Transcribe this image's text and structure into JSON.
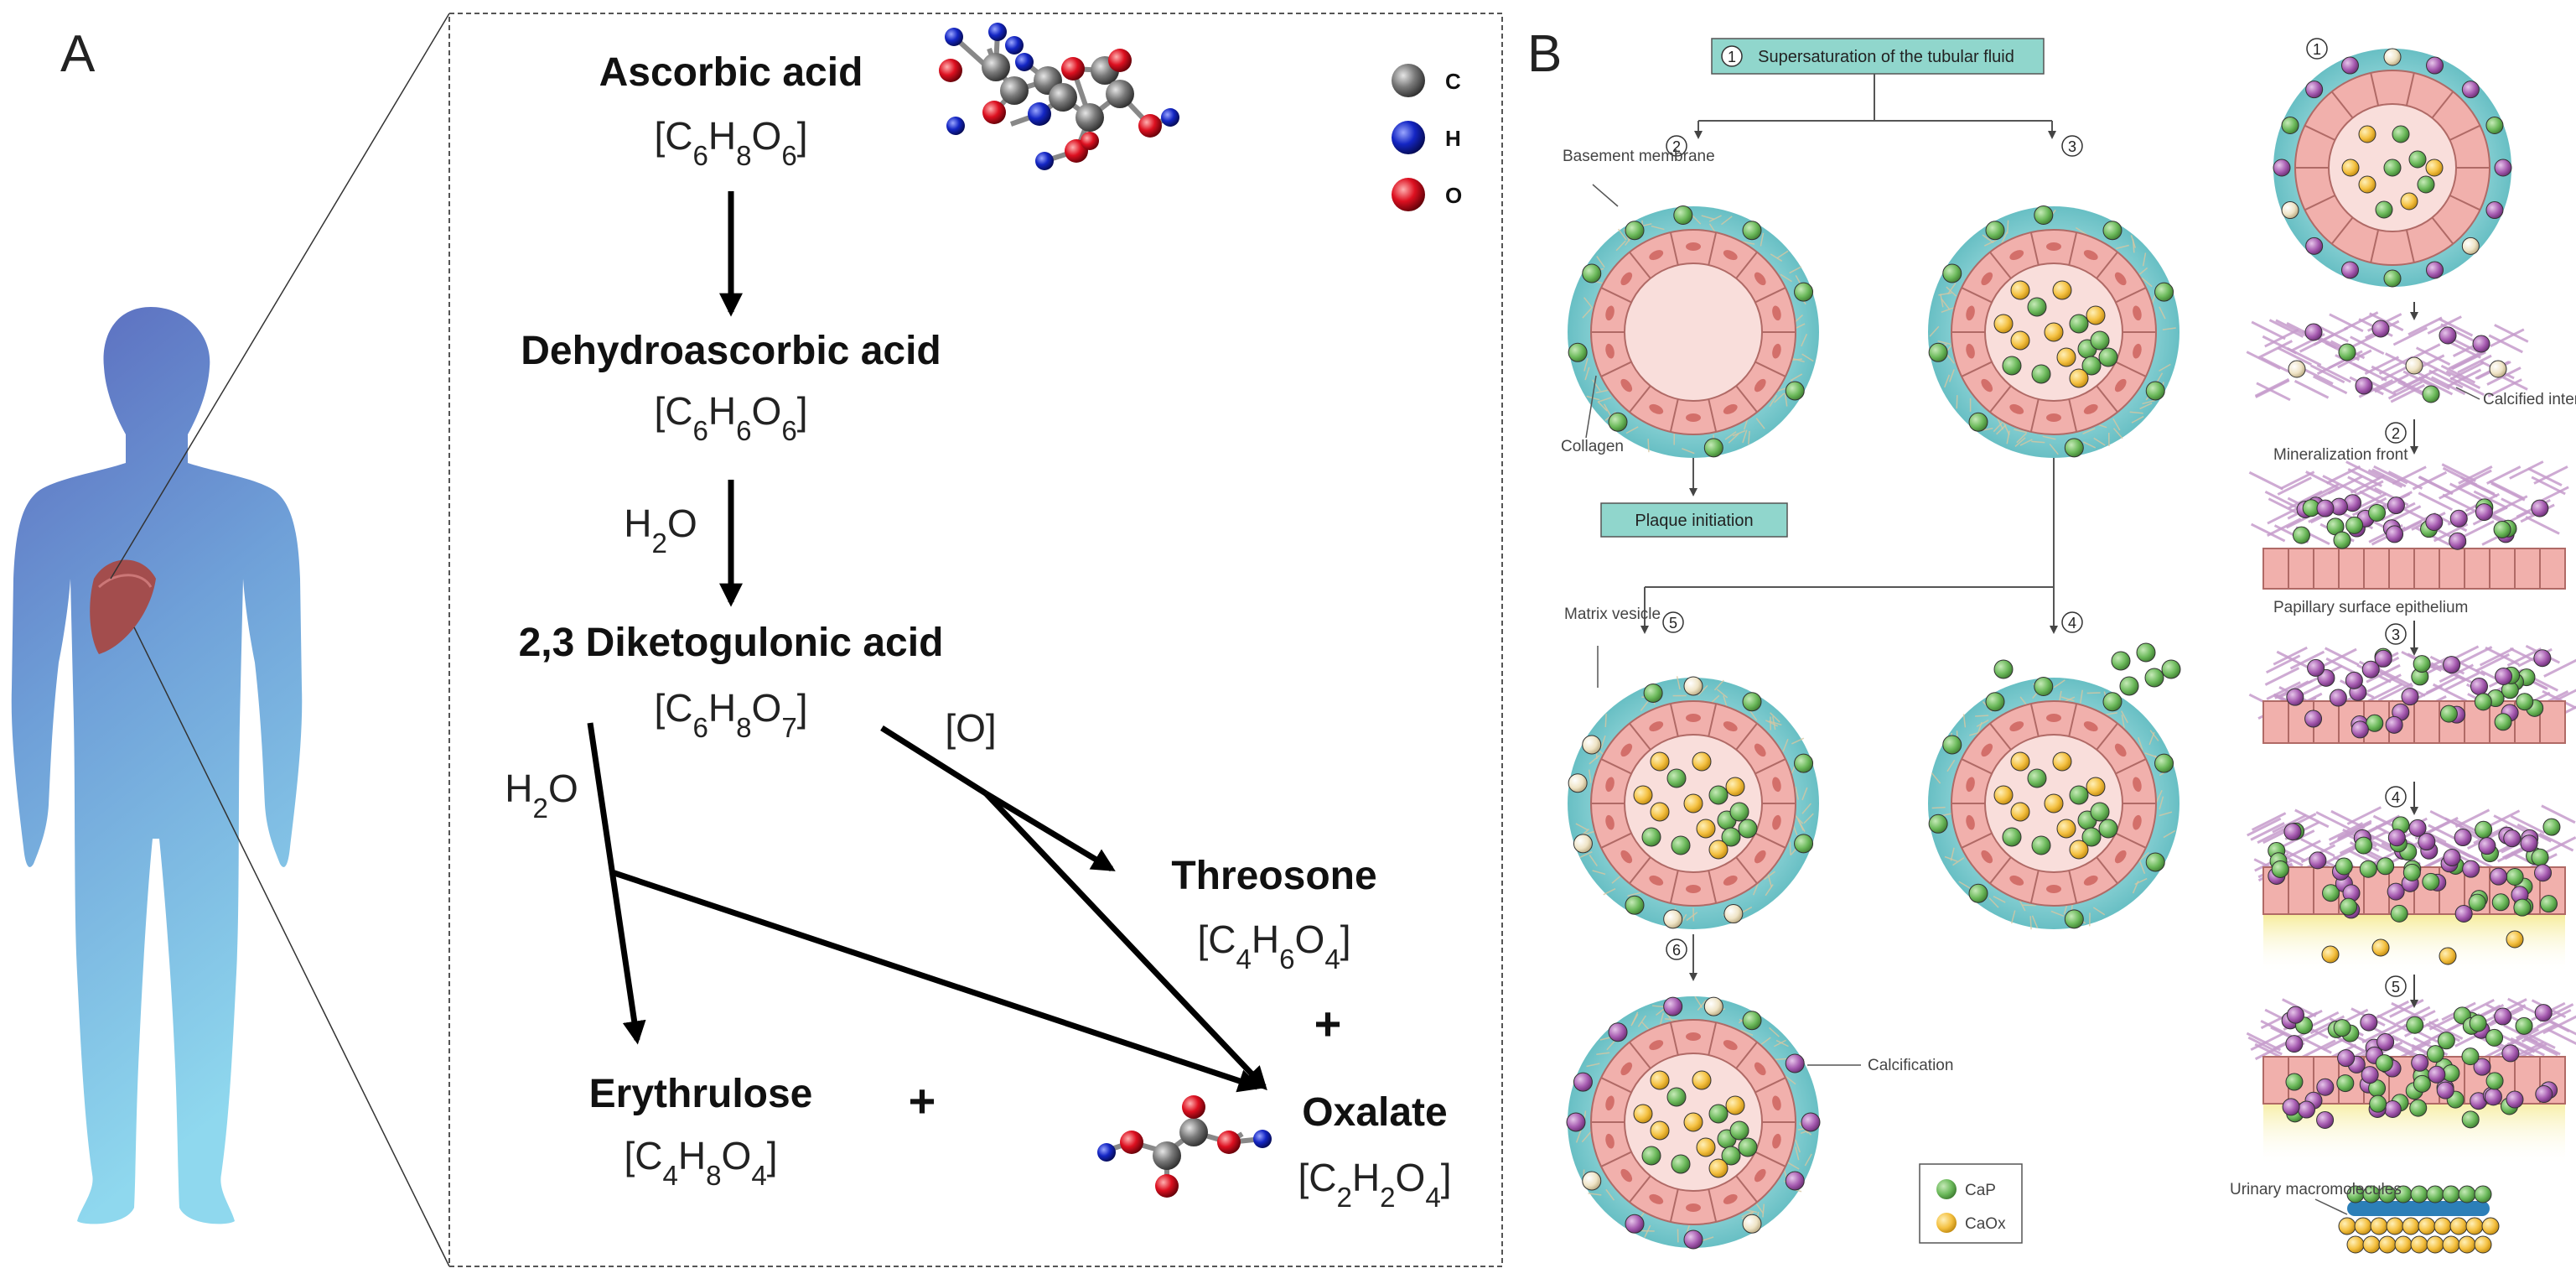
{
  "panel_a": {
    "label": "A",
    "compounds": {
      "ascorbic": {
        "name": "Ascorbic acid",
        "formula": "[C6H8O6]"
      },
      "dehydro": {
        "name": "Dehydroascorbic acid",
        "formula": "[C6H6O6]"
      },
      "diketo": {
        "name": "2,3 Diketogulonic acid",
        "formula": "[C6H8O7]"
      },
      "threosone": {
        "name": "Threosone",
        "formula": "[C4H6O4]"
      },
      "erythrulose": {
        "name": "Erythrulose",
        "formula": "[C4H8O4]"
      },
      "oxalate": {
        "name": "Oxalate",
        "formula": "[C2H2O4]"
      }
    },
    "reagents": {
      "water_1": "H2O",
      "water_2": "H2O",
      "oxygen": "[O]"
    },
    "plus_signs": [
      "+",
      "+"
    ],
    "atom_legend": [
      {
        "symbol": "C",
        "color": "#6b6b6b"
      },
      {
        "symbol": "H",
        "color": "#0a17b8"
      },
      {
        "symbol": "O",
        "color": "#d4101c"
      }
    ]
  },
  "panel_b": {
    "label": "B",
    "top_box": "Supersaturation of the tubular fluid",
    "top_box_step": "1",
    "steps": [
      "2",
      "3",
      "4",
      "5",
      "6"
    ],
    "labels": {
      "basement": "Basement membrane",
      "collagen": "Collagen",
      "plaque": "Plaque initiation",
      "matrix": "Matrix vesicle",
      "calcification": "Calcification"
    },
    "legend": [
      {
        "name": "CaP",
        "color": "#6bb95a"
      },
      {
        "name": "CaOx",
        "color": "#f4c040"
      }
    ]
  },
  "panel_c": {
    "steps": [
      "1",
      "2",
      "3",
      "4",
      "5"
    ],
    "labels": {
      "calcified": "Calcified interstitial collagen",
      "mineralization": "Mineralization front",
      "papillary": "Papillary surface epithelium",
      "urinary": "Urinary macromolecules"
    }
  }
}
